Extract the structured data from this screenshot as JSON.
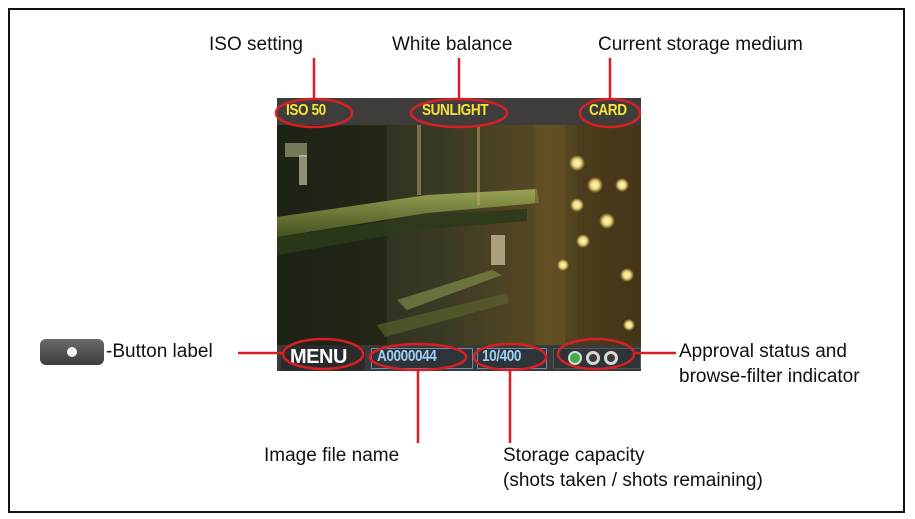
{
  "callouts": {
    "iso_setting": "ISO setting",
    "white_balance": "White balance",
    "storage_medium": "Current storage medium",
    "button_label": "-Button label",
    "approval_line1": "Approval status and",
    "approval_line2": "browse-filter indicator",
    "file_name": "Image file name",
    "capacity_line1": "Storage capacity",
    "capacity_line2": "(shots taken / shots remaining)"
  },
  "screen": {
    "iso": "ISO 50",
    "white_balance": "SUNLIGHT",
    "storage": "CARD",
    "menu": "MENU",
    "file_name": "A0000044",
    "capacity": "10/400"
  },
  "colors": {
    "highlight_ring": "#d91f26",
    "top_text": "#f5e23a",
    "info_text": "#9dd0f4",
    "approved_dot": "#3fae49"
  },
  "icons": {
    "remote_button": "round-button-icon",
    "approval_status": "traffic-light-icon"
  }
}
